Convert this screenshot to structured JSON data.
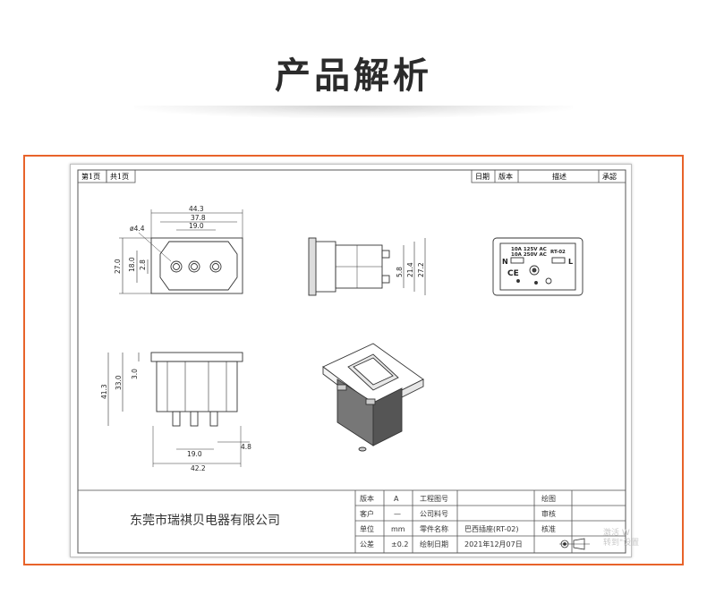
{
  "page": {
    "title": "产品解析"
  },
  "sheet": {
    "page_no": "第1页",
    "page_total": "共1页",
    "revision_header": {
      "date": "日期",
      "version": "版本",
      "description": "描述",
      "approval": "承認"
    }
  },
  "front_view": {
    "dims": {
      "width_outer": "44.3",
      "width_mid": "37.8",
      "width_inner": "19.0",
      "hole": "ø4.4",
      "height_outer": "27.0",
      "height_inner": "18.0",
      "offset": "2.8"
    }
  },
  "side_view": {
    "dims": {
      "d1": "5.8",
      "d2": "21.4",
      "d3": "27.2"
    }
  },
  "back_view": {
    "label_line1": "10A 125V AC",
    "label_line2": "10A 250V AC",
    "model": "RT-02",
    "n": "N",
    "l": "L",
    "ce": "CE"
  },
  "bottom_view": {
    "dims": {
      "total_height": "41.3",
      "body_height": "33.0",
      "lip": "3.0",
      "pin_pitch": "19.0",
      "pin_w": "4.8",
      "base_width": "42.2"
    }
  },
  "title_block": {
    "company": "东莞市瑞祺贝电器有限公司",
    "rows": [
      {
        "k1": "版本",
        "v1": "A",
        "k2": "工程图号",
        "v2": "",
        "k3": "绘图",
        "v3": ""
      },
      {
        "k1": "客户",
        "v1": "—",
        "k2": "公司料号",
        "v2": "",
        "k3": "审核",
        "v3": ""
      },
      {
        "k1": "单位",
        "v1": "mm",
        "k2": "零件名称",
        "v2": "巴西插座(RT-02)",
        "k3": "核准",
        "v3": ""
      },
      {
        "k1": "公差",
        "v1": "±0.2",
        "k2": "绘制日期",
        "v2": "2021年12月07日",
        "k3": "",
        "v3": ""
      }
    ]
  },
  "watermark": {
    "line1": "激活 W",
    "line2": "转到\"设置"
  }
}
